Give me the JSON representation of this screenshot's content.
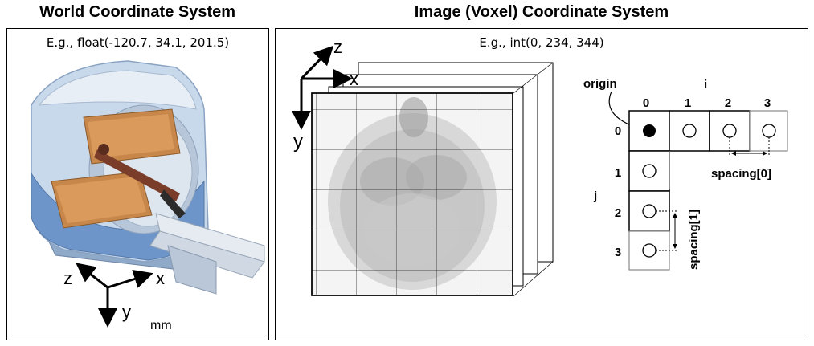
{
  "left": {
    "title": "World Coordinate System",
    "example": "E.g., float(-120.7, 34.1, 201.5)",
    "axes": {
      "x": "x",
      "y": "y",
      "z": "z"
    },
    "unit": "mm"
  },
  "right": {
    "title": "Image (Voxel) Coordinate System",
    "example": "E.g., int(0, 234, 344)",
    "axes": {
      "x": "x",
      "y": "y",
      "z": "z"
    },
    "grid": {
      "origin_label": "origin",
      "i_label": "i",
      "j_label": "j",
      "col_indices": [
        "0",
        "1",
        "2",
        "3"
      ],
      "row_indices": [
        "0",
        "1",
        "2",
        "3"
      ],
      "spacing0_label": "spacing[0]",
      "spacing1_label": "spacing[1]"
    }
  }
}
